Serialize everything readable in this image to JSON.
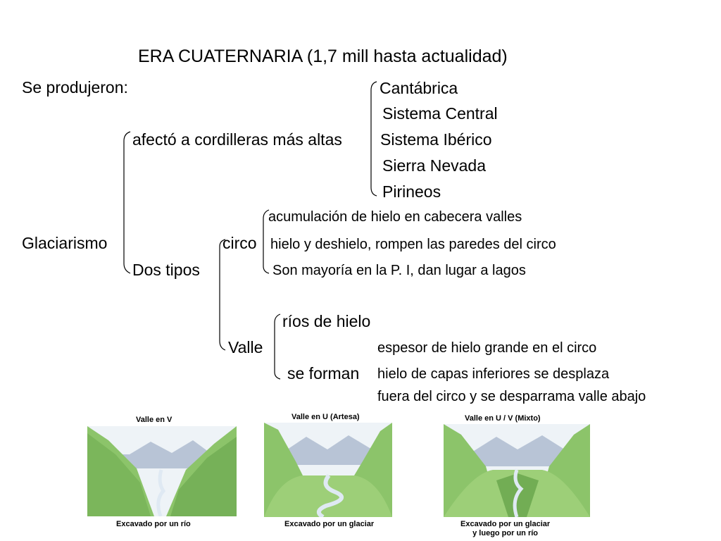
{
  "title": "ERA CUATERNARIA (1,7 mill hasta actualidad)",
  "intro": "Se produjeron:",
  "mountains": {
    "label": "afectó a cordilleras más altas",
    "items": [
      "Cantábrica",
      "Sistema Central",
      "Sistema Ibérico",
      "Sierra Nevada",
      "Pirineos"
    ]
  },
  "glaciarismo": {
    "label": "Glaciarismo",
    "types_label": "Dos tipos",
    "circo": {
      "label": "circo",
      "items": [
        "acumulación de hielo en cabecera valles",
        "hielo y deshielo, rompen las paredes del circo",
        "Son mayoría en la P. I, dan lugar a lagos"
      ]
    },
    "valle": {
      "label": "Valle",
      "rios": "ríos de hielo",
      "se_forman": "se forman",
      "details": [
        "espesor de hielo grande en el  circo",
        "hielo de capas inferiores se desplaza",
        "fuera del circo y se desparrama valle abajo"
      ]
    }
  },
  "panels": [
    {
      "title": "Valle en V",
      "caption": "Excavado por un río"
    },
    {
      "title": "Valle en U (Artesa)",
      "caption": "Excavado por un glaciar"
    },
    {
      "title": "Valle en U / V (Mixto)",
      "caption": "Excavado por un glaciar\ny luego por un río"
    }
  ],
  "colors": {
    "grass": "#8cc46a",
    "grass_dark": "#5f9e45",
    "sky": "#eef3f7",
    "mountain": "#a9b7cc",
    "river": "#d9e6f2"
  }
}
